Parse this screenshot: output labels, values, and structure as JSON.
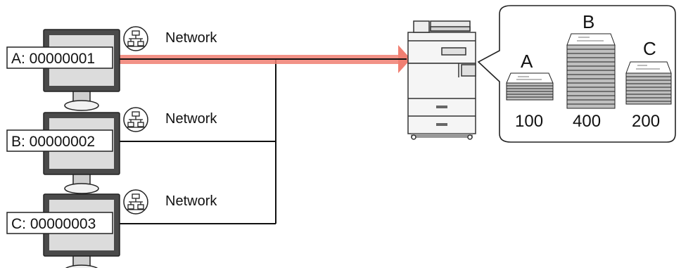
{
  "computers": [
    {
      "id_label": "A: 00000001",
      "network_label": "Network"
    },
    {
      "id_label": "B: 00000002",
      "network_label": "Network"
    },
    {
      "id_label": "C: 00000003",
      "network_label": "Network"
    }
  ],
  "stacks": [
    {
      "letter": "A",
      "count": "100"
    },
    {
      "letter": "B",
      "count": "400"
    },
    {
      "letter": "C",
      "count": "200"
    }
  ],
  "icons": {
    "network": "network-icon",
    "computer": "computer-monitor-icon",
    "printer": "printer-icon",
    "paper_stack": "paper-stack-icon"
  },
  "colors": {
    "highlight_arrow": "#f07f72",
    "line": "#111111",
    "monitor_dark": "#4a4a4a",
    "monitor_screen": "#dcdcdc",
    "printer_body": "#f5f5f5",
    "printer_outline": "#333333",
    "paper": "#ffffff"
  }
}
